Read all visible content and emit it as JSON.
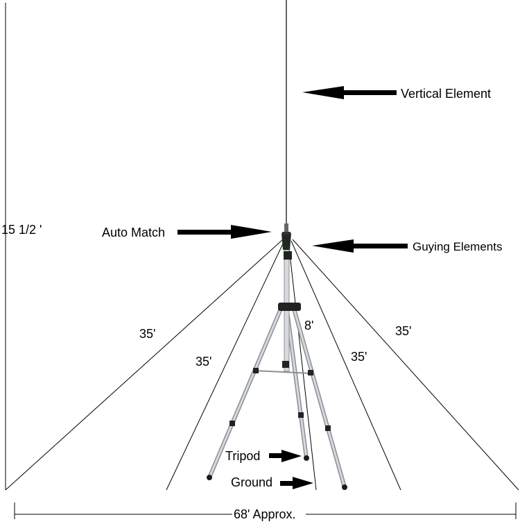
{
  "labels": {
    "vertical_element": "Vertical Element",
    "auto_match": "Auto Match",
    "guying_elements": "Guying Elements",
    "height": "15 1/2 '",
    "guy_far_left": "35'",
    "guy_inner_left": "35'",
    "guy_inner_right": "35'",
    "guy_far_right": "35'",
    "mast_section": "8'",
    "tripod": "Tripod",
    "ground": "Ground",
    "span": "68' Approx."
  },
  "colors": {
    "line": "#000000",
    "tripod_leg": "#c8ccd0",
    "tripod_leg_edge": "#8a8f96",
    "foot": "#1a1a1a"
  }
}
